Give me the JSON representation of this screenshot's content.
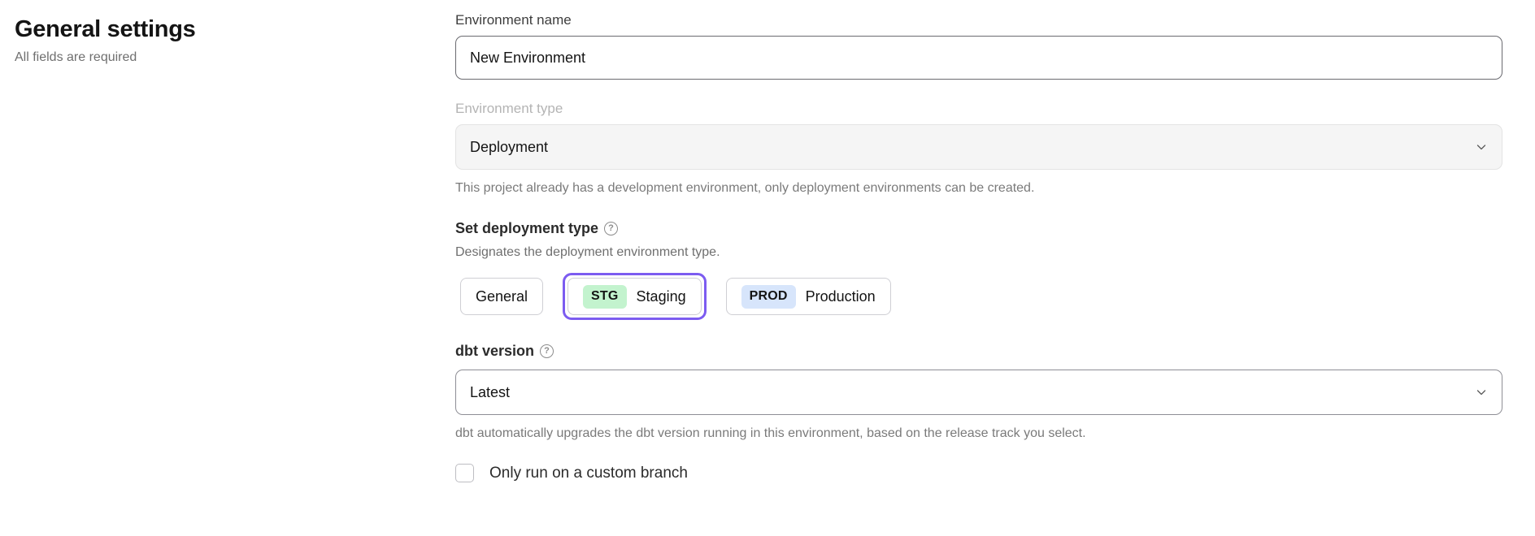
{
  "header": {
    "title": "General settings",
    "subtitle": "All fields are required"
  },
  "form": {
    "environment_name": {
      "label": "Environment name",
      "value": "New Environment",
      "placeholder": "Environment name"
    },
    "environment_type": {
      "label": "Environment type",
      "value": "Deployment",
      "disabled": true,
      "help_text": "This project already has a development environment, only deployment environments can be created.",
      "chevron_icon": "chevron-down-icon"
    },
    "deployment_type": {
      "heading": "Set deployment type",
      "help_icon": "question-mark-circle-icon",
      "description": "Designates the deployment environment type.",
      "selected": "Staging",
      "options": [
        {
          "label": "General",
          "badge": "",
          "badge_color": "",
          "selected": false
        },
        {
          "label": "Staging",
          "badge": "STG",
          "badge_color": "#c3f3ce",
          "selected": true
        },
        {
          "label": "Production",
          "badge": "PROD",
          "badge_color": "#d7e5fb",
          "selected": false
        }
      ],
      "focus_ring_color": "#7c5cf0"
    },
    "dbt_version": {
      "label": "dbt version",
      "help_icon": "question-mark-circle-icon",
      "value": "Latest",
      "chevron_icon": "chevron-down-icon",
      "help_text": "dbt automatically upgrades the dbt version running in this environment, based on the release track you select."
    },
    "custom_branch": {
      "label": "Only run on a custom branch",
      "checked": false
    }
  }
}
